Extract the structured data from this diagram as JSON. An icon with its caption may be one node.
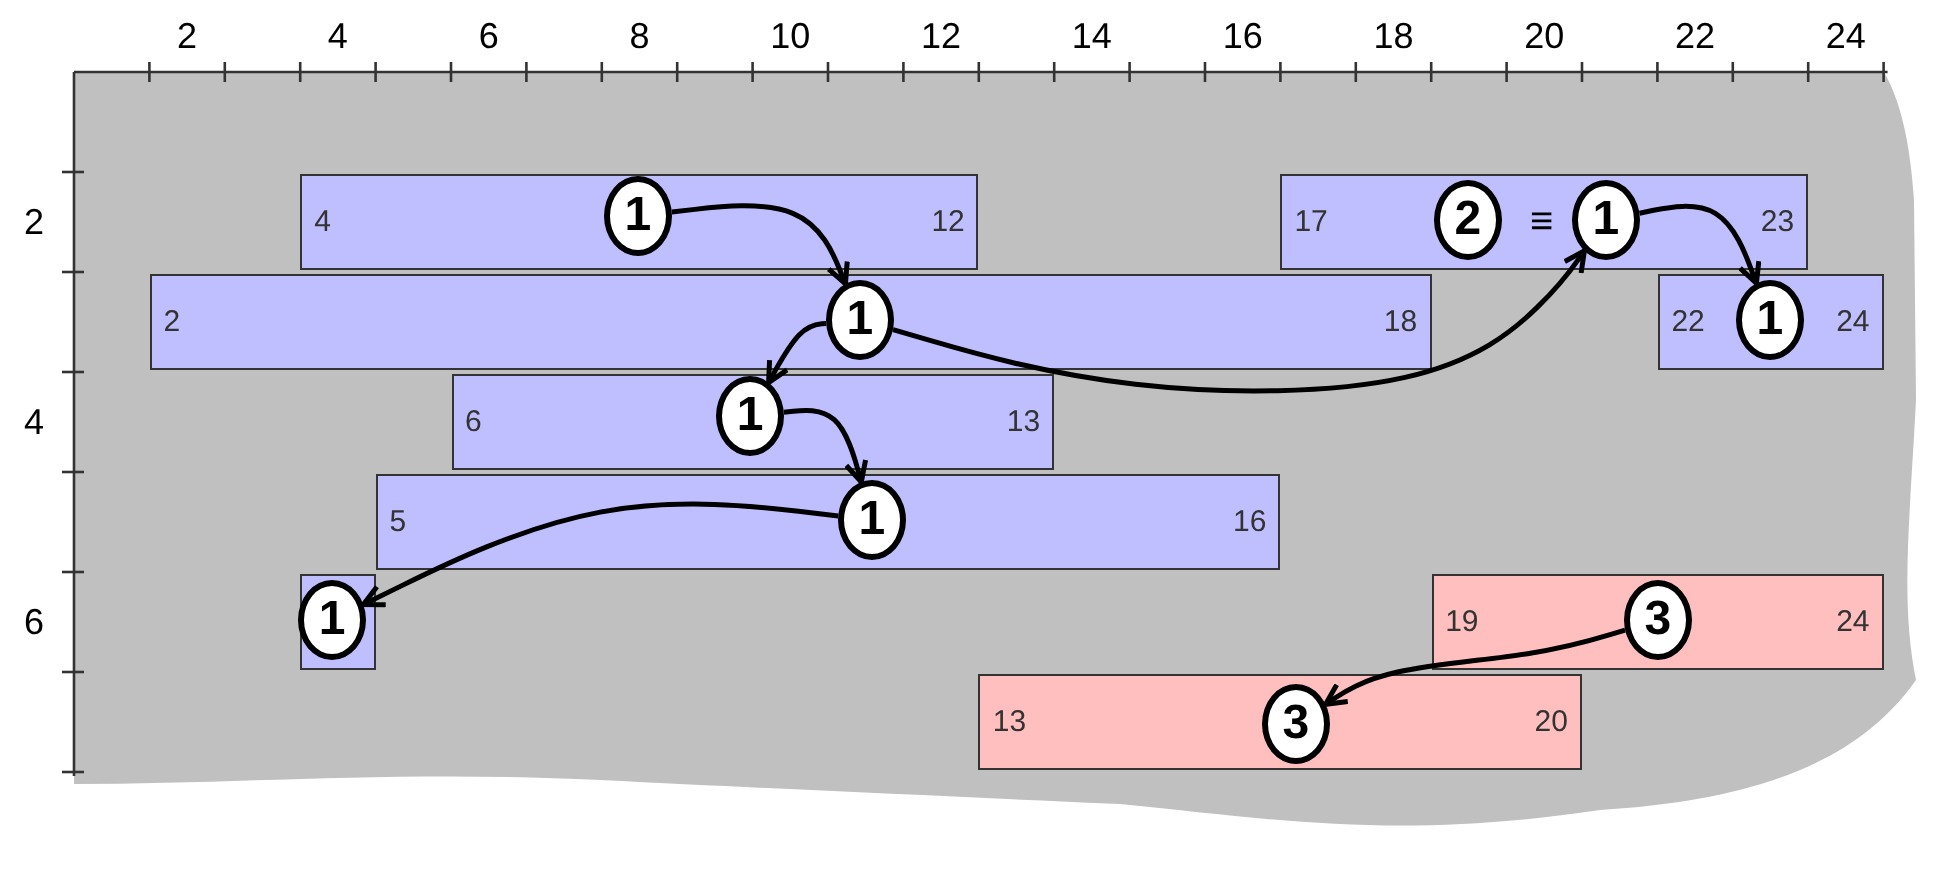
{
  "diagram": {
    "nodes": [
      {
        "text": [
          "4",
          "12"
        ]
      },
      {
        "text": [
          "1"
        ],
        "in": 0
      },
      {
        "text": [
          "17",
          "≡",
          "23"
        ]
      },
      {
        "text": [
          "2"
        ],
        "in": 2
      },
      {
        "text": [
          "1"
        ],
        "in": 2
      },
      {
        "text": [
          "2",
          "18"
        ]
      },
      {
        "text": [
          "1"
        ],
        "in": 5
      },
      {
        "text": [
          "22",
          "24"
        ]
      },
      {
        "text": [
          "1"
        ],
        "in": 7
      },
      {
        "text": [
          "6",
          "13"
        ]
      },
      {
        "text": [
          "1"
        ],
        "in": 9
      },
      {
        "text": [
          "5",
          "16"
        ]
      },
      {
        "text": [
          "1"
        ],
        "in": 11
      },
      {
        "text": [],
        "shape": "box"
      },
      {
        "text": [
          "1"
        ],
        "in": 13
      },
      {
        "text": [
          "19",
          "24"
        ]
      },
      {
        "text": [
          "3"
        ],
        "in": 15
      },
      {
        "text": [
          "13",
          "20"
        ]
      },
      {
        "text": [
          "3"
        ],
        "in": 17
      }
    ],
    "edges": [
      {
        "from": 1,
        "to": 6,
        "arrow": "to"
      },
      {
        "from": 6,
        "to": 4,
        "arrow": "to"
      },
      {
        "from": 6,
        "to": 10,
        "arrow": "to"
      },
      {
        "from": 10,
        "to": 12,
        "arrow": "to"
      },
      {
        "from": 12,
        "to": 14,
        "arrow": "to"
      },
      {
        "from": 4,
        "to": 8,
        "arrow": "to"
      },
      {
        "from": 16,
        "to": 18,
        "arrow": "to"
      }
    ],
    "labels": [
      "2",
      "4",
      "6",
      "8",
      "10",
      "12",
      "14",
      "16",
      "18",
      "20",
      "22",
      "24",
      "2",
      "4",
      "6"
    ]
  }
}
